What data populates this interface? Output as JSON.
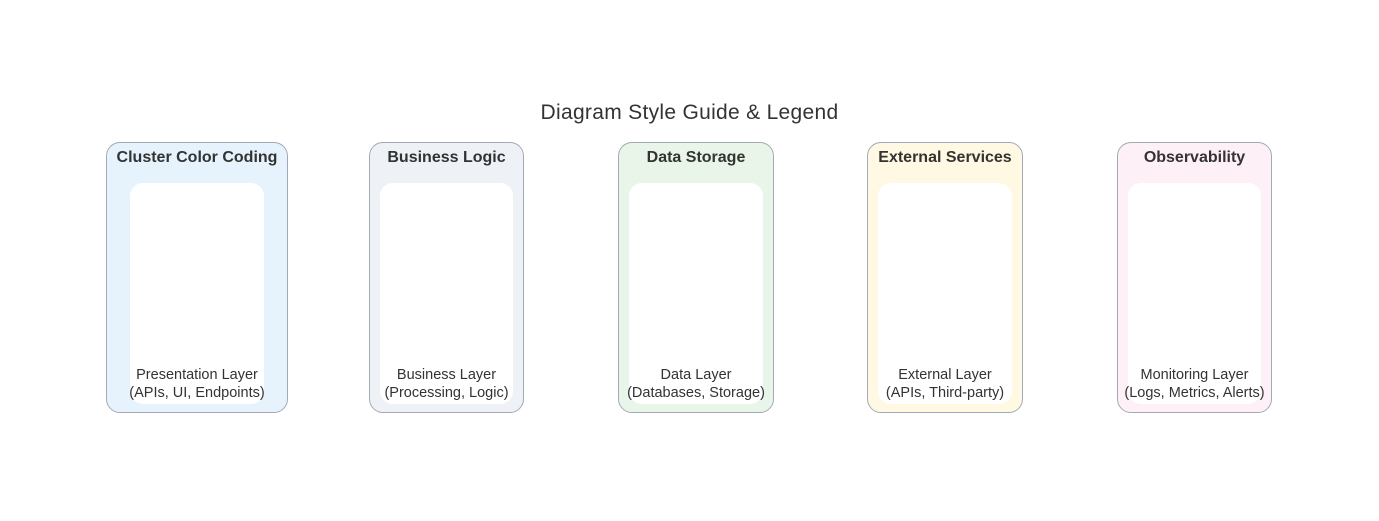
{
  "title": "Diagram Style Guide & Legend",
  "clusters": [
    {
      "title": "Cluster Color Coding",
      "label_line1": "Presentation Layer",
      "label_line2": "(APIs, UI, Endpoints)",
      "fill": "#e6f3fc"
    },
    {
      "title": "Business Logic",
      "label_line1": "Business Layer",
      "label_line2": "(Processing, Logic)",
      "fill": "#eef2f7"
    },
    {
      "title": "Data Storage",
      "label_line1": "Data Layer",
      "label_line2": "(Databases, Storage)",
      "fill": "#e9f5e9"
    },
    {
      "title": "External Services",
      "label_line1": "External Layer",
      "label_line2": "(APIs, Third-party)",
      "fill": "#fff8e2"
    },
    {
      "title": "Observability",
      "label_line1": "Monitoring Layer",
      "label_line2": "(Logs, Metrics, Alerts)",
      "fill": "#fdf0f6"
    }
  ]
}
